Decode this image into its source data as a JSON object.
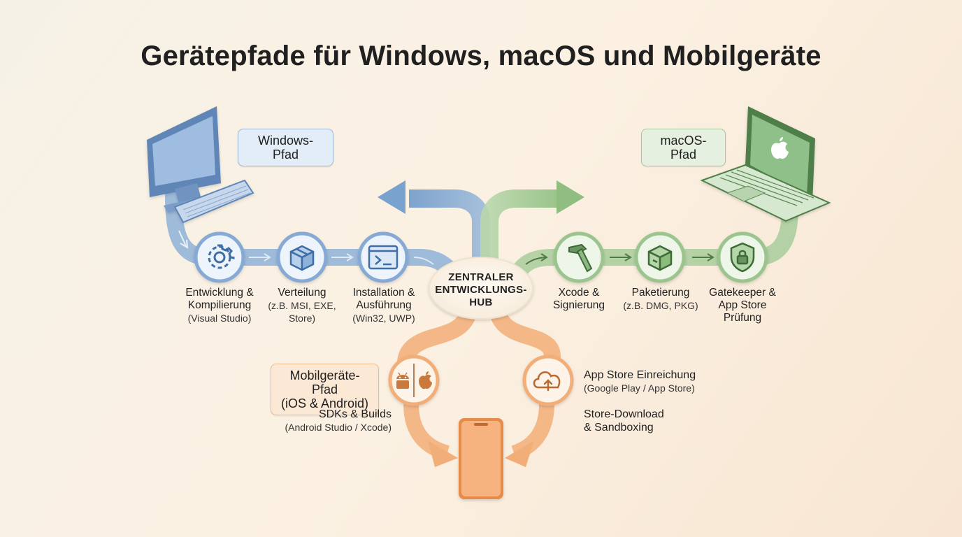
{
  "title": "Gerätepfade für Windows, macOS und Mobilgeräte",
  "paths": {
    "windows": {
      "label": "Windows-Pfad",
      "color": "#7ea6d0",
      "steps": [
        {
          "title": "Entwicklung &",
          "title2": "Kompilierung",
          "sub": "(Visual Studio)",
          "icon": "gear-icon"
        },
        {
          "title": "Verteilung",
          "sub": "(z.B. MSI, EXE,",
          "sub2": "Store)",
          "icon": "package-icon"
        },
        {
          "title": "Installation &",
          "title2": "Ausführung",
          "sub": "(Win32, UWP)",
          "icon": "terminal-icon"
        }
      ]
    },
    "macos": {
      "label": "macOS-Pfad",
      "color": "#9cc48f",
      "steps": [
        {
          "title": "Xcode &",
          "title2": "Signierung",
          "icon": "hammer-icon"
        },
        {
          "title": "Paketierung",
          "sub": "(z.B. DMG, PKG)",
          "icon": "box-icon"
        },
        {
          "title": "Gatekeeper &",
          "title2": "App Store",
          "title3": "Prüfung",
          "icon": "shield-lock-icon"
        }
      ]
    },
    "mobile": {
      "label_line1": "Mobilgeräte-Pfad",
      "label_line2": "(iOS & Android)",
      "color": "#f2a86e",
      "sdk": {
        "title": "SDKs & Builds",
        "sub": "(Android Studio / Xcode)",
        "icons": [
          "android-icon",
          "apple-icon"
        ]
      },
      "store": {
        "title": "App Store Einreichung",
        "sub": "(Google Play / App Store)",
        "icon": "cloud-upload-icon"
      },
      "download": {
        "line1": "Store-Download",
        "line2": "& Sandboxing"
      }
    }
  },
  "hub": {
    "line1": "ZENTRALER",
    "line2": "ENTWICKLUNGS-",
    "line3": "HUB"
  }
}
